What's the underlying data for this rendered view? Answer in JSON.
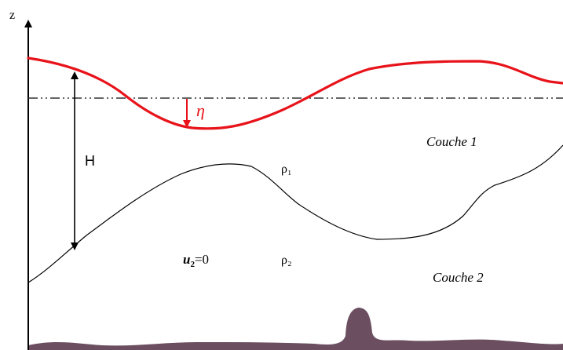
{
  "axis": {
    "z_label": "z"
  },
  "labels": {
    "eta": "η",
    "H": "H",
    "rho1": "ρ₁",
    "rho2": "ρ₂",
    "u2_symbol": "u",
    "u2_sub": "2",
    "u2_eq": "=0",
    "layer1": "Couche 1",
    "layer2": "Couche 2"
  },
  "colors": {
    "free_surface": "#e8131a",
    "axis": "#000000",
    "interface": "#000000",
    "reference_line": "#333333",
    "bottom": "#6b4e5f"
  }
}
